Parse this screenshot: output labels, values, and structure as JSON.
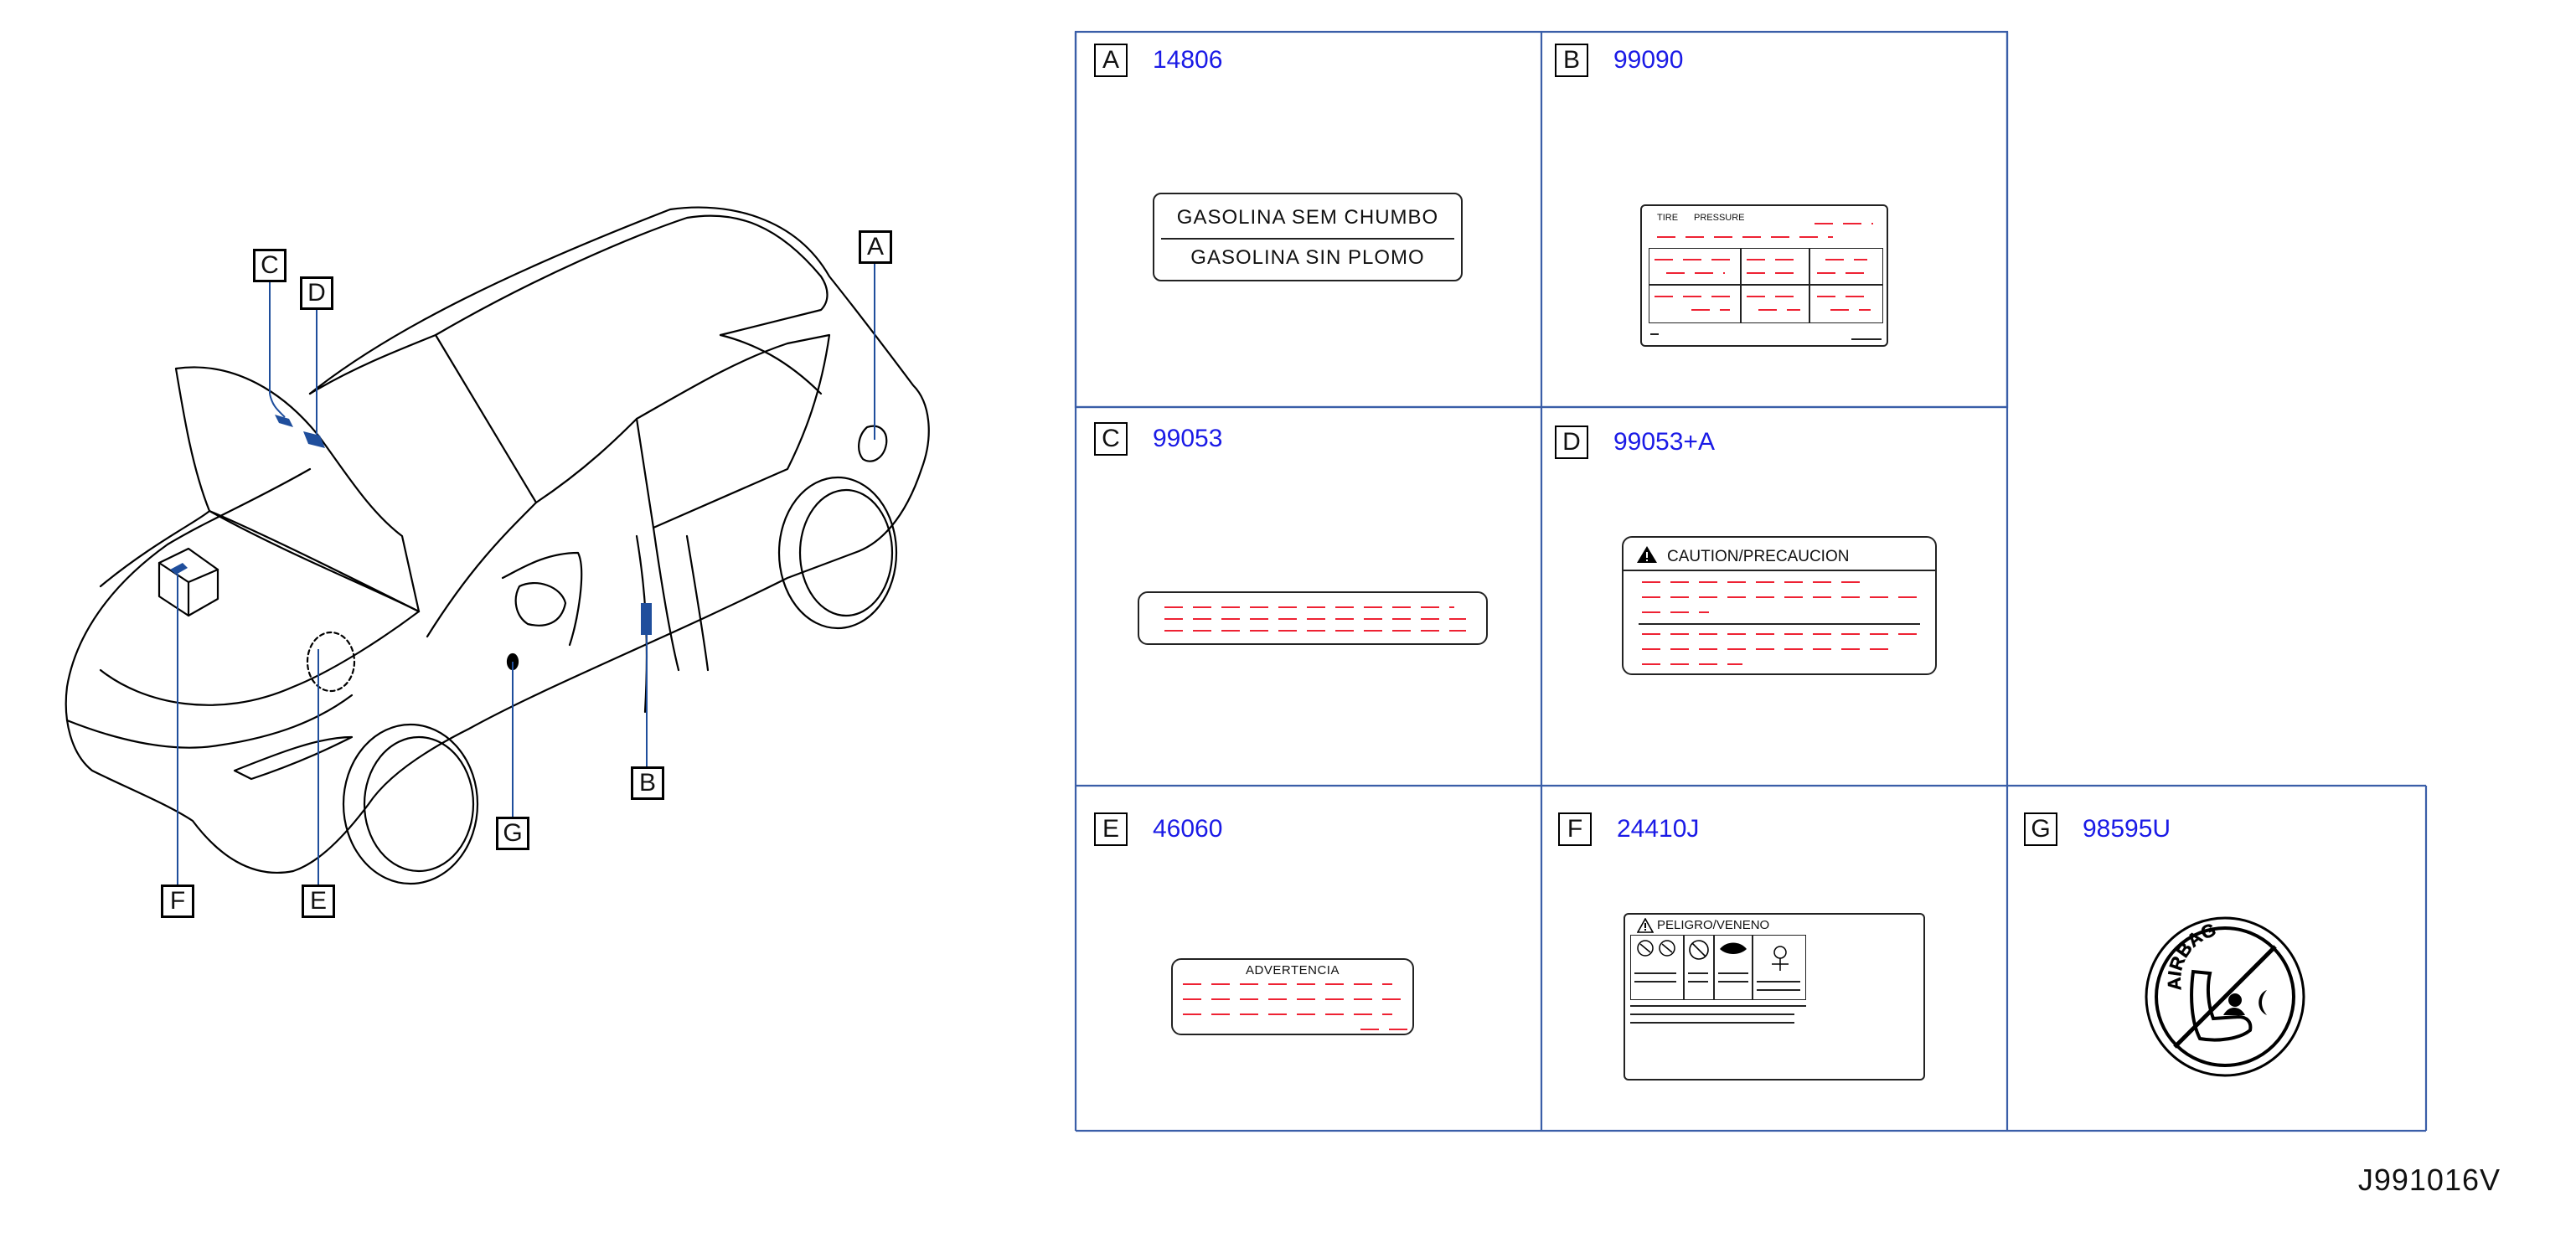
{
  "callouts": {
    "A": "A",
    "B": "B",
    "C": "C",
    "D": "D",
    "E": "E",
    "F": "F",
    "G": "G"
  },
  "cells": [
    {
      "letter": "A",
      "part_number": "14806"
    },
    {
      "letter": "B",
      "part_number": "99090"
    },
    {
      "letter": "C",
      "part_number": "99053"
    },
    {
      "letter": "D",
      "part_number": "99053+A"
    },
    {
      "letter": "E",
      "part_number": "46060"
    },
    {
      "letter": "F",
      "part_number": "24410J"
    },
    {
      "letter": "G",
      "part_number": "98595U"
    }
  ],
  "labels": {
    "fuel_line1": "GASOLINA   SEM   CHUMBO",
    "fuel_line2": "GASOLINA   SIN   PLOMO",
    "tire_title1": "TIRE",
    "tire_title2": "PRESSURE",
    "caution_title": "CAUTION/PRECAUCION",
    "advertencia_title": "ADVERTENCIA",
    "peligro_title": "PELIGRO/VENENO",
    "airbag_text": "AIRBAG"
  },
  "reference_code": "J991016V",
  "colors": {
    "part_number": "#1a1ae6",
    "leader": "#1f4e9c",
    "sticker": "#1f4e9c",
    "placeholder_text": "#e22233"
  }
}
